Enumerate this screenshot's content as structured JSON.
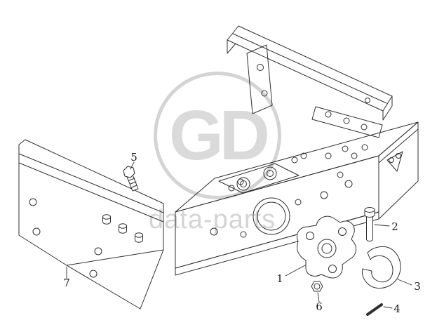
{
  "watermark": {
    "logo_text": "GD",
    "brand_text": "data-parts",
    "color": "#d4d4d4"
  },
  "diagram": {
    "background": "#ffffff",
    "line_color": "#2f2f2f",
    "callouts": [
      {
        "number": "1"
      },
      {
        "number": "2"
      },
      {
        "number": "3"
      },
      {
        "number": "4"
      },
      {
        "number": "5"
      },
      {
        "number": "6"
      },
      {
        "number": "7"
      }
    ]
  }
}
